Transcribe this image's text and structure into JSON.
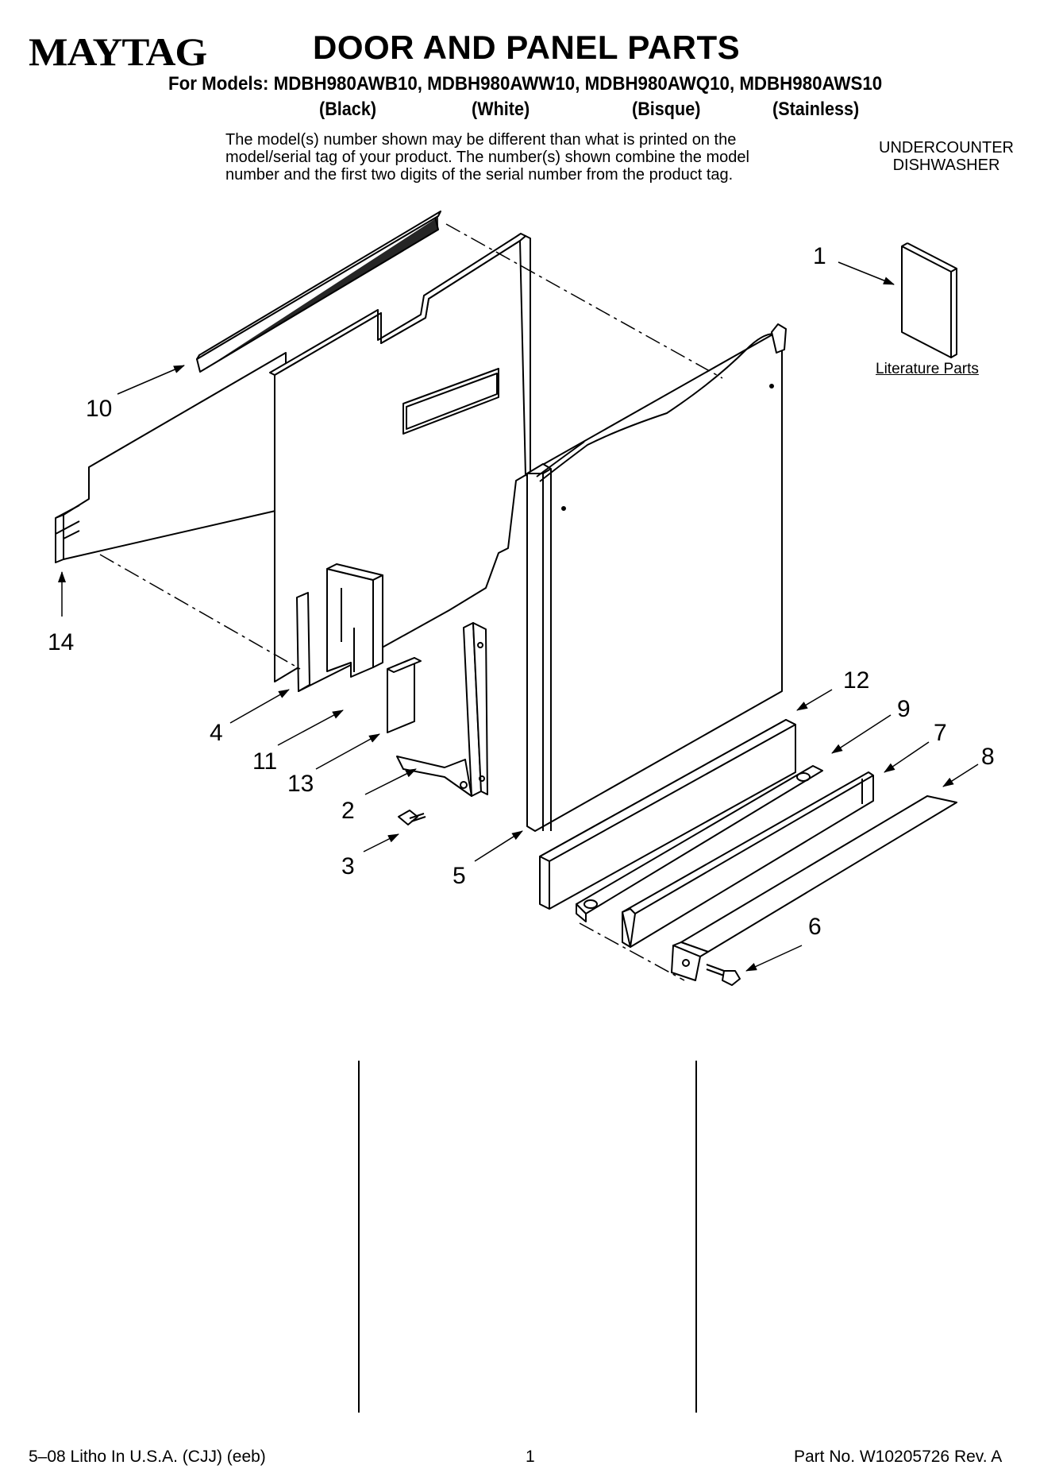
{
  "header": {
    "brand": "MAYTAG",
    "title": "DOOR AND PANEL PARTS",
    "models": "For Models: MDBH980AWB10, MDBH980AWW10, MDBH980AWQ10, MDBH980AWS10",
    "colors": [
      "(Black)",
      "(White)",
      "(Bisque)",
      "(Stainless)"
    ],
    "note_lines": [
      "The model(s) number shown may be different than what is printed on the",
      "model/serial tag of your product. The number(s) shown combine the model",
      "number and the first two digits of the serial number from the product tag."
    ],
    "product_type_lines": [
      "UNDERCOUNTER",
      "DISHWASHER"
    ]
  },
  "diagram": {
    "literature_label": "Literature Parts",
    "callouts": {
      "c1": "1",
      "c2": "2",
      "c3": "3",
      "c4": "4",
      "c5": "5",
      "c6": "6",
      "c7": "7",
      "c8": "8",
      "c9": "9",
      "c10": "10",
      "c11": "11",
      "c12": "12",
      "c13": "13",
      "c14": "14"
    }
  },
  "footer": {
    "left": "5–08 Litho In U.S.A. (CJJ) (eeb)",
    "page": "1",
    "right": "Part No. W10205726 Rev. A"
  }
}
